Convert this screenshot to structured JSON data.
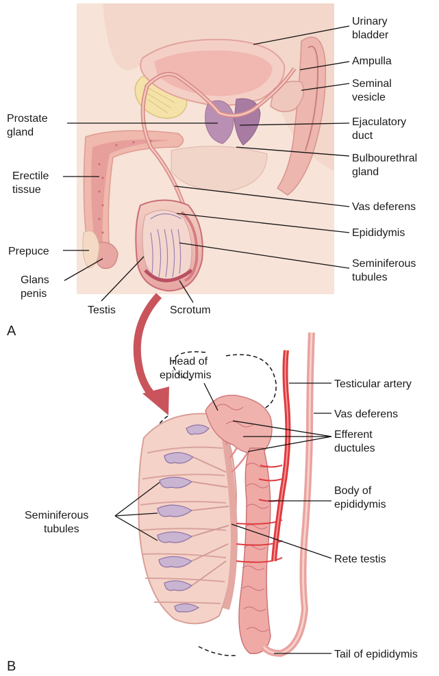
{
  "panels": {
    "a": "A",
    "b": "B"
  },
  "labels_a": {
    "urinary_bladder": [
      "Urinary",
      "bladder"
    ],
    "ampulla": [
      "Ampulla"
    ],
    "seminal_vesicle": [
      "Seminal",
      "vesicle"
    ],
    "ejaculatory_duct": [
      "Ejaculatory",
      "duct"
    ],
    "bulbourethral_gland": [
      "Bulbourethral",
      "gland"
    ],
    "vas_deferens": [
      "Vas deferens"
    ],
    "epididymis": [
      "Epididymis"
    ],
    "seminiferous_tubules": [
      "Seminiferous",
      "tubules"
    ],
    "prostate_gland": [
      "Prostate",
      "gland"
    ],
    "erectile_tissue": [
      "Erectile",
      "tissue"
    ],
    "prepuce": [
      "Prepuce"
    ],
    "glans_penis": [
      "Glans",
      "penis"
    ],
    "testis": [
      "Testis"
    ],
    "scrotum": [
      "Scrotum"
    ]
  },
  "labels_b": {
    "head_of_epididymis": [
      "Head of",
      "epididymis"
    ],
    "testicular_artery": [
      "Testicular artery"
    ],
    "vas_deferens": [
      "Vas deferens"
    ],
    "efferent_ductules": [
      "Efferent",
      "ductules"
    ],
    "body_of_epididymis": [
      "Body of",
      "epididymis"
    ],
    "rete_testis": [
      "Rete testis"
    ],
    "seminiferous_tubules": [
      "Seminiferous",
      "tubules"
    ],
    "tail_of_epididymis": [
      "Tail of epididymis"
    ]
  },
  "colors": {
    "background_pink": "#f7e3d8",
    "tissue_pink": "#f2c2b5",
    "organ_pink": "#e8a3a0",
    "bladder_pink": "#f4cfc6",
    "prostate_purple": "#b98fb3",
    "artery_red": "#e03a3f",
    "gland_yellow": "#f4e2a8",
    "tubule_lavender": "#c9b4d2",
    "arrow_red": "#c9545c"
  }
}
